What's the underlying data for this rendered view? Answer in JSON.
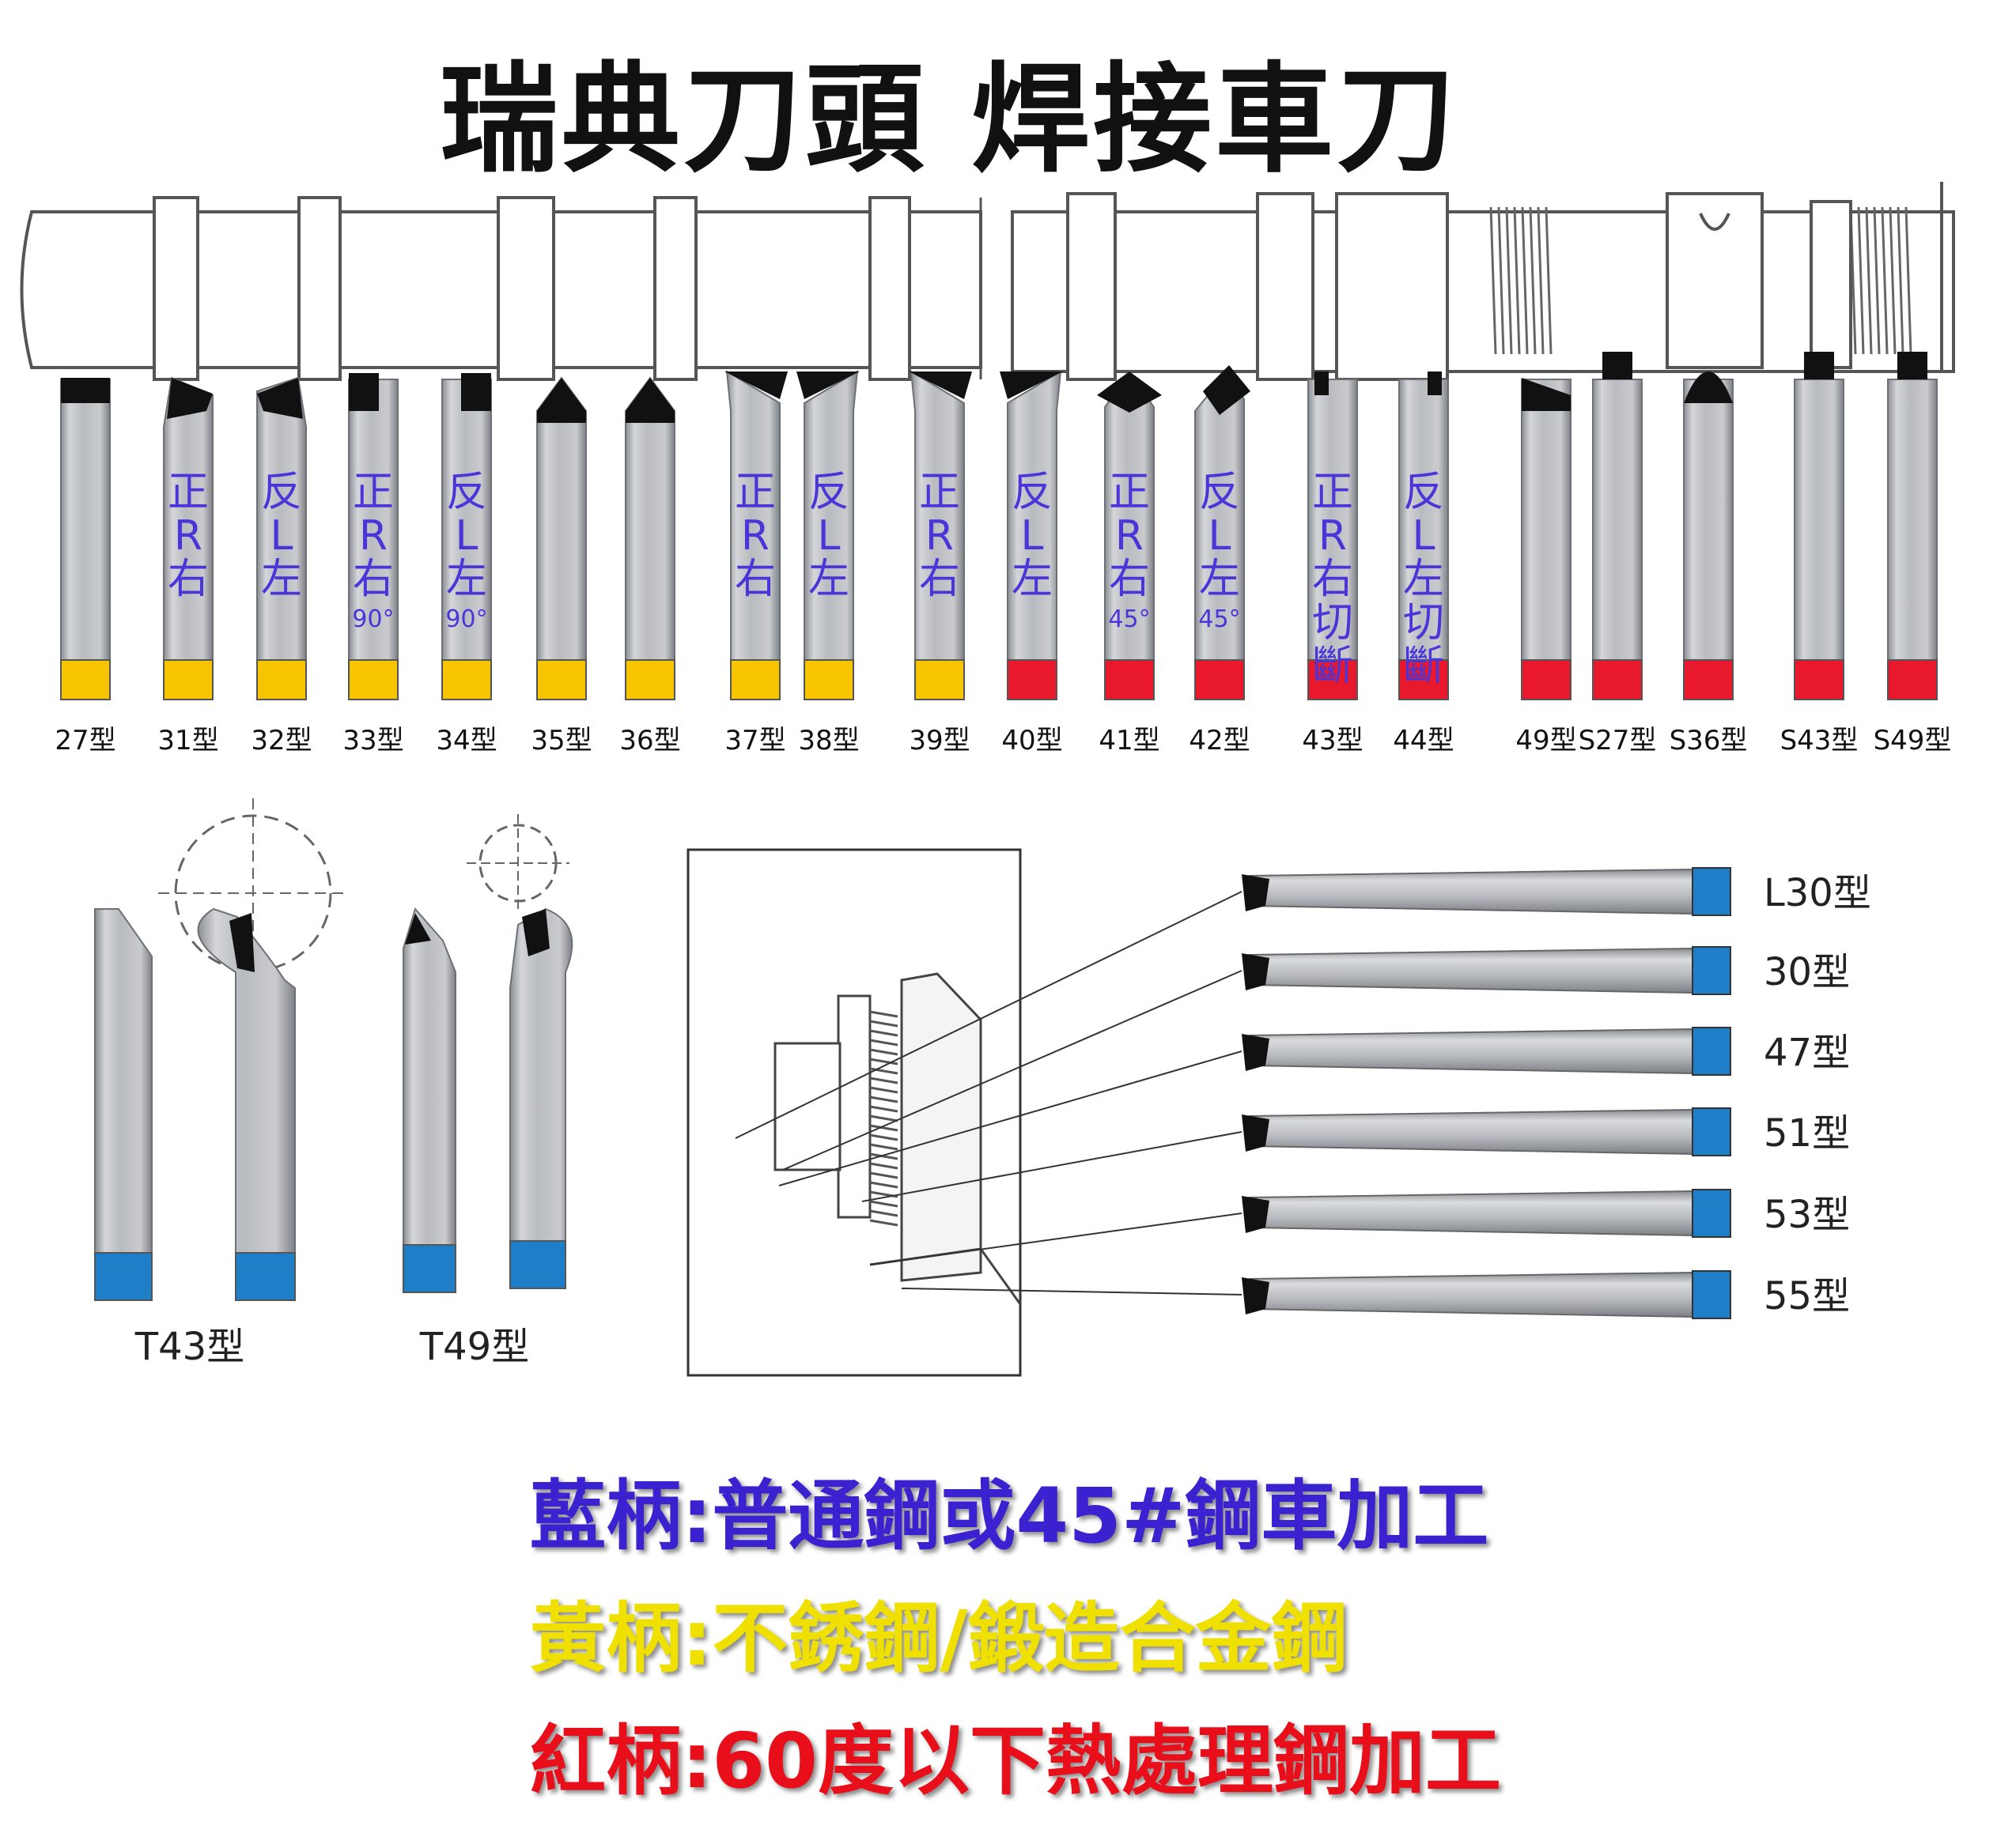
{
  "title": "瑞典刀頭 焊接車刀",
  "colors": {
    "yellow": "#f7c400",
    "red": "#e8192c",
    "blue": "#1e7fc8",
    "label_purple": "#4a35d8",
    "legend_blue": "#3b22d0",
    "legend_yellow": "#f0e000",
    "legend_red": "#e80f1a"
  },
  "top_tools": [
    {
      "model": "27型",
      "shape": "square",
      "handle": "yellow",
      "annot": []
    },
    {
      "model": "31型",
      "shape": "bentR",
      "handle": "yellow",
      "annot": [
        "正",
        "R",
        "右"
      ]
    },
    {
      "model": "32型",
      "shape": "bentL",
      "handle": "yellow",
      "annot": [
        "反",
        "L",
        "左"
      ]
    },
    {
      "model": "33型",
      "shape": "notchR",
      "handle": "yellow",
      "annot": [
        "正",
        "R",
        "右",
        "90°"
      ]
    },
    {
      "model": "34型",
      "shape": "notchL",
      "handle": "yellow",
      "annot": [
        "反",
        "L",
        "左",
        "90°"
      ]
    },
    {
      "model": "35型",
      "shape": "point",
      "handle": "yellow",
      "annot": []
    },
    {
      "model": "36型",
      "shape": "point",
      "handle": "yellow",
      "annot": []
    },
    {
      "model": "37型",
      "shape": "slantR",
      "handle": "yellow",
      "annot": [
        "正",
        "R",
        "右"
      ]
    },
    {
      "model": "38型",
      "shape": "slantL",
      "handle": "yellow",
      "annot": [
        "反",
        "L",
        "左"
      ]
    },
    {
      "model": "39型",
      "shape": "slantR",
      "handle": "yellow",
      "annot": [
        "正",
        "R",
        "右"
      ]
    },
    {
      "model": "40型",
      "shape": "slantL",
      "handle": "red",
      "annot": [
        "反",
        "L",
        "左"
      ]
    },
    {
      "model": "41型",
      "shape": "diamond",
      "handle": "red",
      "annot": [
        "正",
        "R",
        "右",
        "45°"
      ]
    },
    {
      "model": "42型",
      "shape": "diamondL",
      "handle": "red",
      "annot": [
        "反",
        "L",
        "左",
        "45°"
      ]
    },
    {
      "model": "43型",
      "shape": "cutR",
      "handle": "red",
      "annot": [
        "正",
        "R",
        "右",
        "切",
        "斷"
      ]
    },
    {
      "model": "44型",
      "shape": "cutL",
      "handle": "red",
      "annot": [
        "反",
        "L",
        "左",
        "切",
        "斷"
      ]
    },
    {
      "model": "49型",
      "shape": "thread",
      "handle": "red",
      "annot": []
    },
    {
      "model": "S27型",
      "shape": "neck",
      "handle": "red",
      "annot": []
    },
    {
      "model": "S36型",
      "shape": "round",
      "handle": "red",
      "annot": []
    },
    {
      "model": "S43型",
      "shape": "neck",
      "handle": "red",
      "annot": []
    },
    {
      "model": "S49型",
      "shape": "neck",
      "handle": "red",
      "annot": []
    }
  ],
  "bottom_left_tools": [
    {
      "model": "T43型",
      "handle": "blue"
    },
    {
      "model": "T49型",
      "handle": "blue"
    }
  ],
  "boring_tools": [
    {
      "model": "L30型",
      "handle": "blue"
    },
    {
      "model": "30型",
      "handle": "blue"
    },
    {
      "model": "47型",
      "handle": "blue"
    },
    {
      "model": "51型",
      "handle": "blue"
    },
    {
      "model": "53型",
      "handle": "blue"
    },
    {
      "model": "55型",
      "handle": "blue"
    }
  ],
  "legend": [
    {
      "text": "藍柄:普通鋼或45#鋼車加工",
      "color": "legend_blue"
    },
    {
      "text": "黃柄:不銹鋼/鍛造合金鋼",
      "color": "legend_yellow"
    },
    {
      "text": "紅柄:60度以下熱處理鋼加工",
      "color": "legend_red"
    }
  ]
}
